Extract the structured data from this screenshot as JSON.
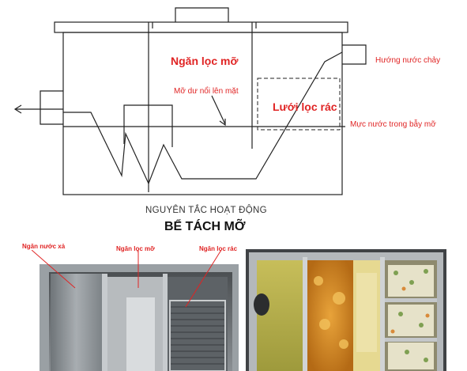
{
  "diagram": {
    "label_chamber": "Ngăn lọc mỡ",
    "label_flow": "Hướng nước chảy",
    "label_oil": "Mỡ dư nổi lên mặt",
    "label_screen": "Lưới lọc rác",
    "label_water_level": "Mực nước trong bẫy mỡ"
  },
  "title": {
    "line1": "NGUYÊN TẮC HOẠT ĐỘNG",
    "line2": "BỂ TÁCH MỠ"
  },
  "photo_left": {
    "label_outlet": "Ngăn nước xả",
    "label_grease": "Ngăn lọc mỡ",
    "label_trash": "Ngăn lọc rác"
  },
  "colors": {
    "accent_red": "#e02424",
    "line": "#222222"
  }
}
